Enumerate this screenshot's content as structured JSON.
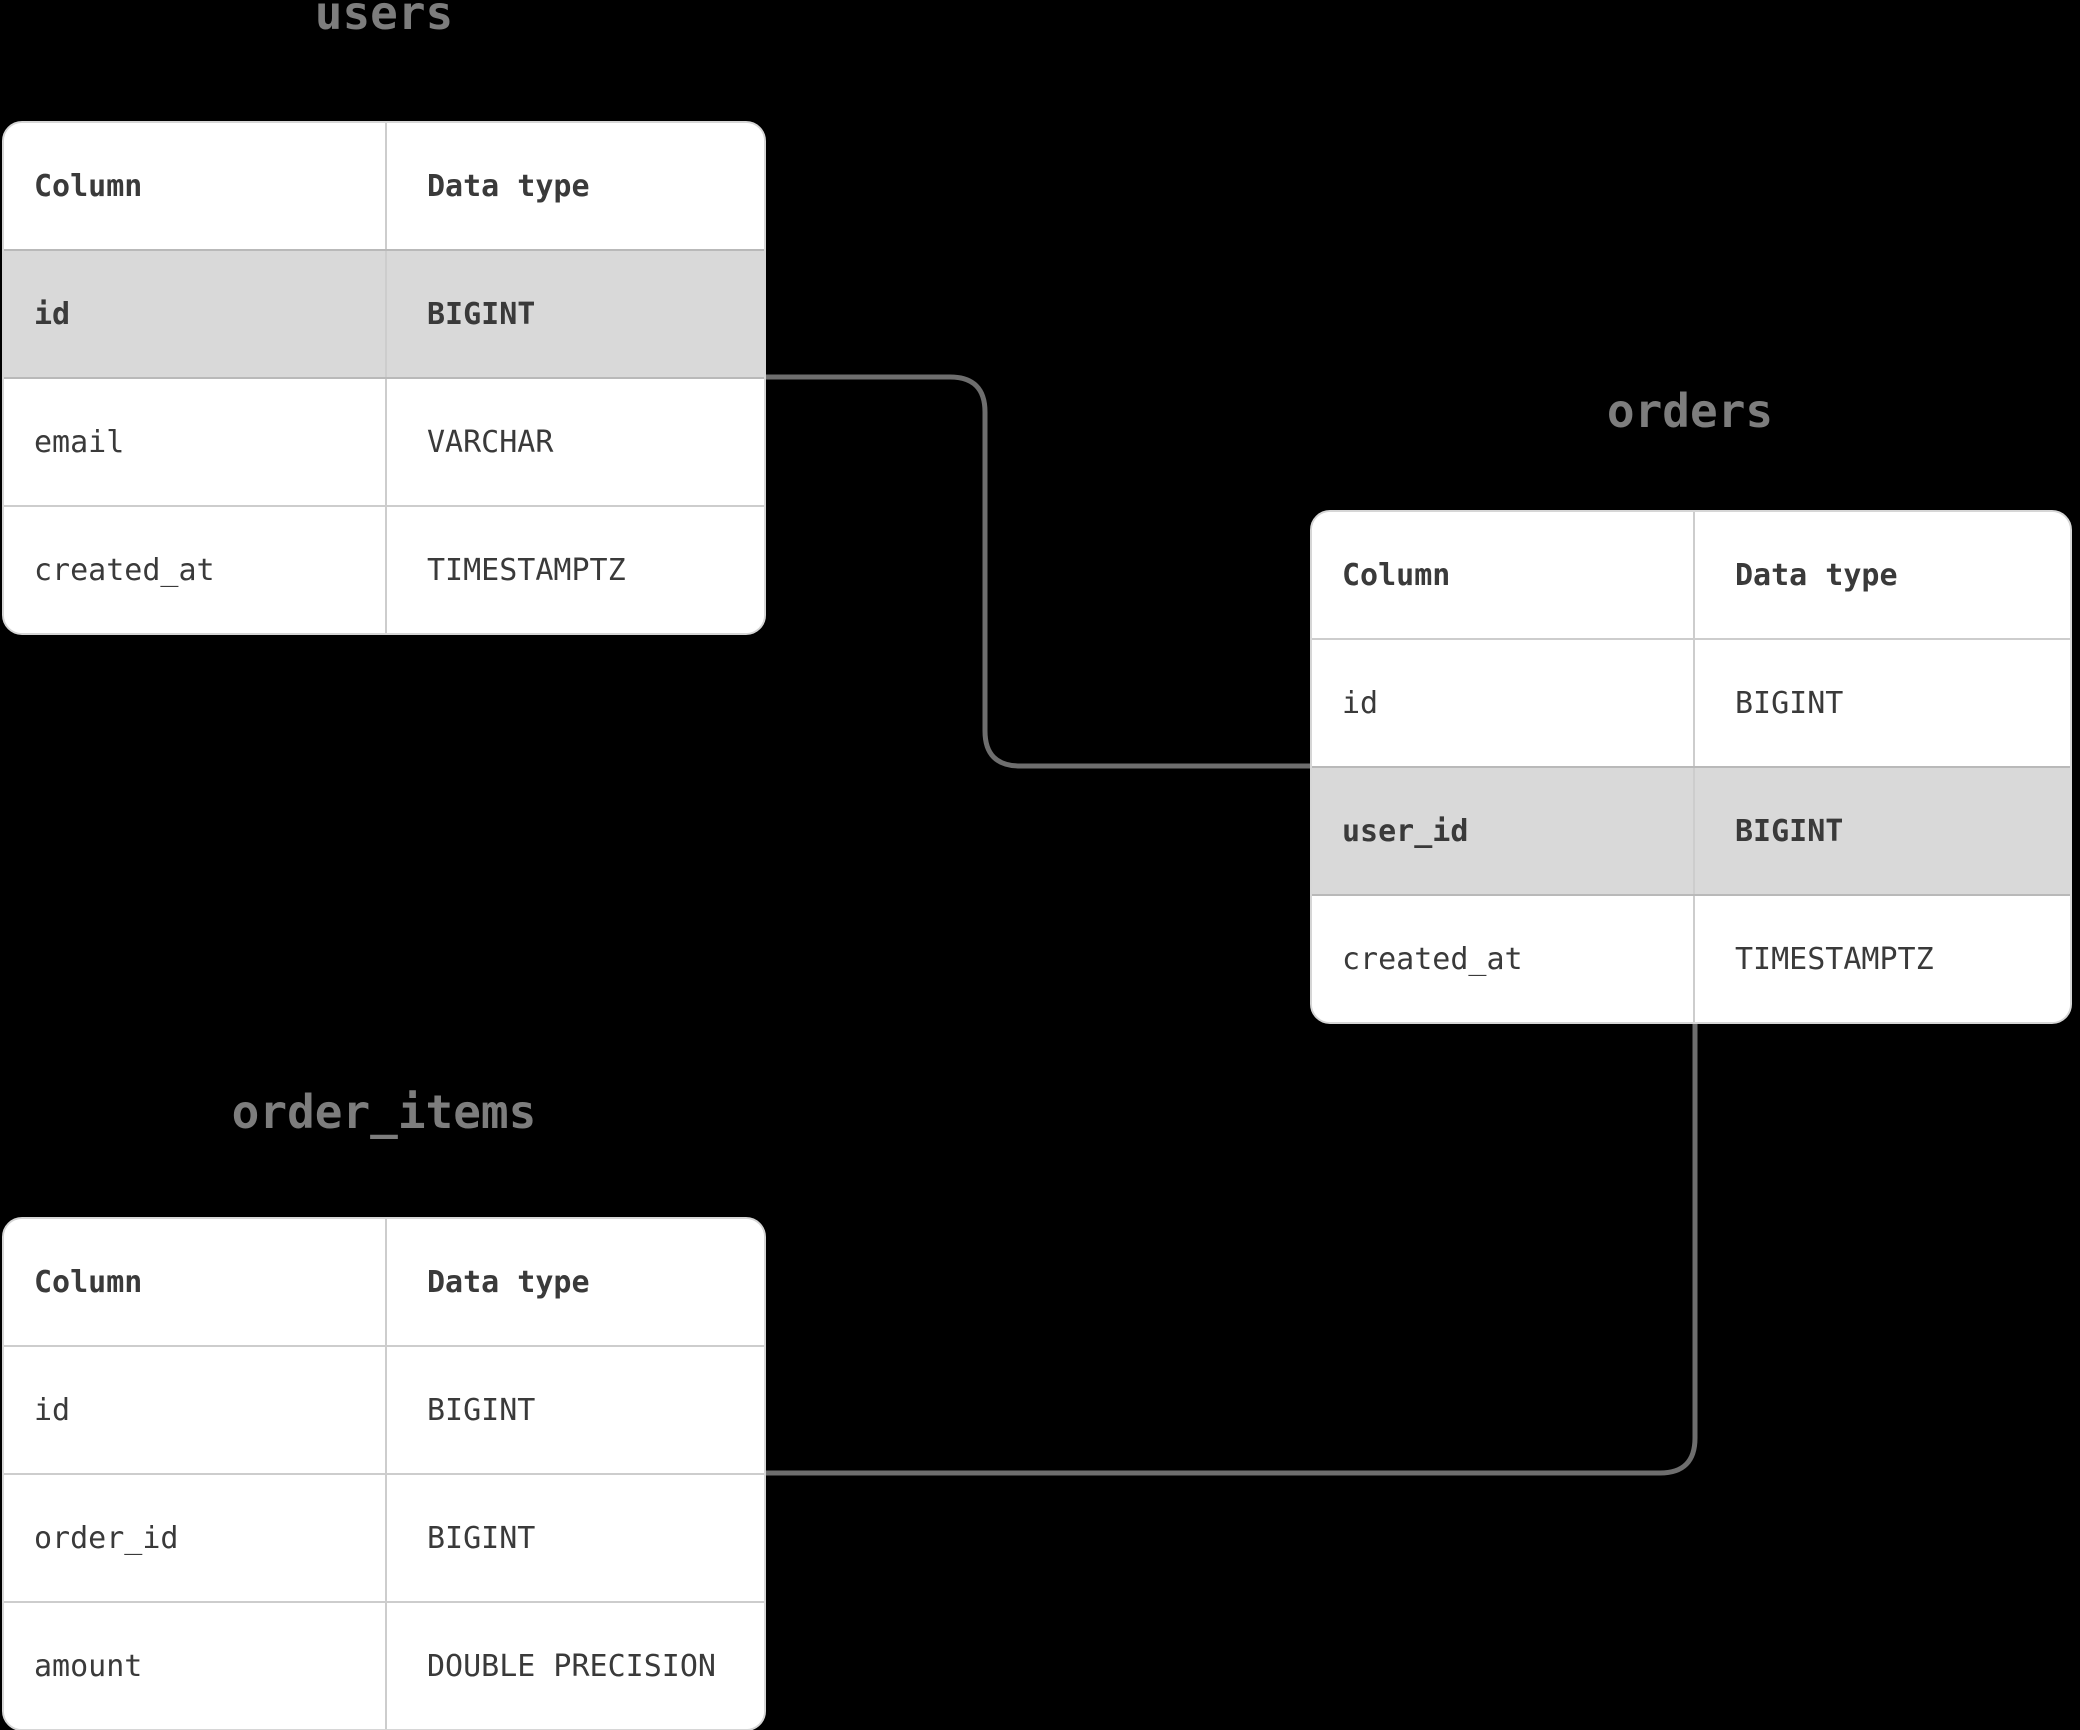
{
  "colors": {
    "background": "#000000",
    "table_bg": "#ffffff",
    "highlight_row_bg": "#d9d9d9",
    "border_color": "#cdcdcd",
    "text_color": "#3a3a3a",
    "title_color": "#7d7d7d",
    "connector_color": "#6e6e6e"
  },
  "tables": [
    {
      "id": "users",
      "title": "users",
      "columns_header": [
        "Column",
        "Data type"
      ],
      "rows": [
        {
          "column": "id",
          "data_type": "BIGINT",
          "highlighted": true
        },
        {
          "column": "email",
          "data_type": "VARCHAR",
          "highlighted": false
        },
        {
          "column": "created_at",
          "data_type": "TIMESTAMPTZ",
          "highlighted": false
        }
      ]
    },
    {
      "id": "orders",
      "title": "orders",
      "columns_header": [
        "Column",
        "Data type"
      ],
      "rows": [
        {
          "column": "id",
          "data_type": "BIGINT",
          "highlighted": false
        },
        {
          "column": "user_id",
          "data_type": "BIGINT",
          "highlighted": true
        },
        {
          "column": "created_at",
          "data_type": "TIMESTAMPTZ",
          "highlighted": false
        }
      ]
    },
    {
      "id": "order_items",
      "title": "order_items",
      "columns_header": [
        "Column",
        "Data type"
      ],
      "rows": [
        {
          "column": "id",
          "data_type": "BIGINT",
          "highlighted": false
        },
        {
          "column": "order_id",
          "data_type": "BIGINT",
          "highlighted": false
        },
        {
          "column": "amount",
          "data_type": "DOUBLE PRECISION",
          "highlighted": false
        }
      ]
    }
  ],
  "relationships": [
    {
      "from": "users.id",
      "to": "orders.user_id"
    },
    {
      "from": "orders.id",
      "to": "order_items.order_id"
    }
  ]
}
